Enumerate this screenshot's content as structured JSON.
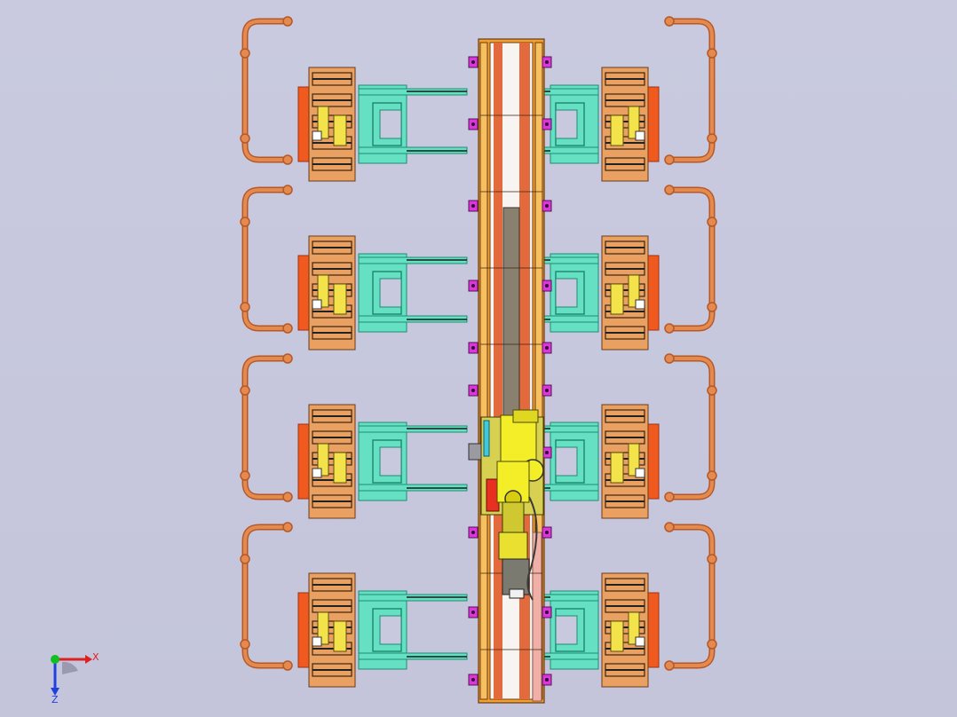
{
  "view": {
    "background": "#c8c9de",
    "axis_triad": {
      "x_label": "X",
      "z_label": "Z"
    }
  },
  "colors": {
    "pipe": "#e58a4e",
    "pipe_dark": "#b4582a",
    "clamp_red": "#f05a1e",
    "clamp_body": "#e9a060",
    "clamp_yellow": "#f3e24a",
    "fixture_cyan": "#66e0c2",
    "fixture_cyan_dark": "#1e8c72",
    "rail_orange": "#f2a030",
    "rail_inner": "#e26a3c",
    "bolt_magenta": "#d838d8",
    "robot_yellow": "#f4ee28",
    "axis_x": "#e02020",
    "axis_y": "#10c020",
    "axis_z": "#2040e0"
  },
  "layout_counts": {
    "stations_per_side": 4,
    "sides": 2
  }
}
